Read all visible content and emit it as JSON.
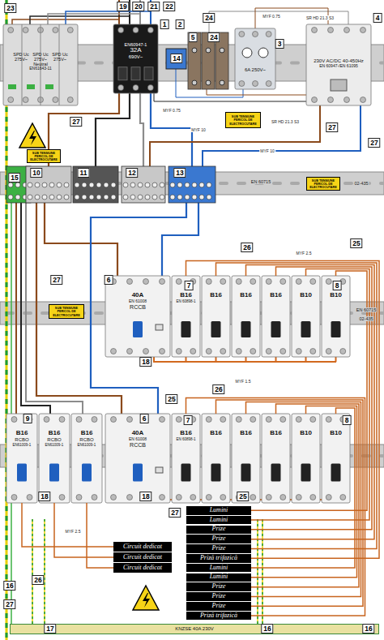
{
  "diagram": {
    "nodes": [
      {
        "text": [
          "SPD Uc 275V~",
          "SPD Uc 275V~",
          "SPD Uc 275V~",
          "Neutral",
          "EN61643-11"
        ]
      },
      {
        "text": [
          "EN60947-1",
          "32A",
          "690V~"
        ]
      },
      {
        "text": [
          "6A 250V~"
        ]
      },
      {
        "text": [
          "230V AC/DC 40-450Hz",
          "EN 60947-/EN 61095"
        ]
      },
      {
        "text": [
          "SUB TENSIUNE PERICOL DE ELECTROCUTARE"
        ]
      },
      {
        "text": [
          "SUB TENSIUNE PERICOL DE ELECTROCUTARE"
        ]
      },
      {
        "text": [
          "SUB TENSIUNE PERICOL DE ELECTROCUTARE"
        ]
      },
      {
        "text": [
          "SUB TENSIUNE PERICOL DE ELECTROCUTARE"
        ]
      },
      {
        "text": [
          "40A",
          "EN 61008",
          "RCCB"
        ]
      },
      {
        "text": [
          "B16",
          "EN 60898-1"
        ]
      },
      {
        "text": [
          "B16"
        ]
      },
      {
        "text": [
          "B16"
        ]
      },
      {
        "text": [
          "B16"
        ]
      },
      {
        "text": [
          "B10"
        ]
      },
      {
        "text": [
          "B10"
        ]
      },
      {
        "text": [
          "B16",
          "RCBO",
          "EN61009-1"
        ]
      },
      {
        "text": [
          "B16",
          "RCBO",
          "EN61009-1"
        ]
      },
      {
        "text": [
          "B16",
          "RCBO",
          "EN61009-1"
        ]
      },
      {
        "text": [
          "40A",
          "EN 61008",
          "RCCB"
        ]
      },
      {
        "text": [
          "B16",
          "EN 60898-1"
        ]
      },
      {
        "text": [
          "B16"
        ]
      },
      {
        "text": [
          "B16"
        ]
      },
      {
        "text": [
          "B16"
        ]
      },
      {
        "text": [
          "B10"
        ]
      },
      {
        "text": [
          "B10"
        ]
      },
      {
        "text": [
          "Circuit dedicat"
        ]
      },
      {
        "text": [
          "Circuit dedicat"
        ]
      },
      {
        "text": [
          "Circuit dedicat"
        ]
      },
      {
        "text": [
          "Lumini"
        ]
      },
      {
        "text": [
          "Lumini"
        ]
      },
      {
        "text": [
          "Prize"
        ]
      },
      {
        "text": [
          "Prize"
        ]
      },
      {
        "text": [
          "Prize"
        ]
      },
      {
        "text": [
          "Priză trifazică"
        ]
      },
      {
        "text": [
          "Lumini"
        ]
      },
      {
        "text": [
          "Lumini"
        ]
      },
      {
        "text": [
          "Prize"
        ]
      },
      {
        "text": [
          "Prize"
        ]
      },
      {
        "text": [
          "Prize"
        ]
      },
      {
        "text": [
          "Priză trifazică"
        ]
      },
      {
        "text": [
          "KNZSE 40A 230V"
        ]
      }
    ],
    "edges": [
      {
        "from": 9,
        "to": 33,
        "arrow": "none"
      },
      {
        "from": 10,
        "to": 32,
        "arrow": "none"
      },
      {
        "from": 11,
        "to": 31,
        "arrow": "none"
      },
      {
        "from": 12,
        "to": 30,
        "arrow": "none"
      },
      {
        "from": 13,
        "to": 29,
        "arrow": "none"
      },
      {
        "from": 14,
        "to": 28,
        "arrow": "none"
      },
      {
        "from": 19,
        "to": 39,
        "arrow": "none"
      },
      {
        "from": 20,
        "to": 38,
        "arrow": "none"
      },
      {
        "from": 21,
        "to": 37,
        "arrow": "none"
      },
      {
        "from": 22,
        "to": 36,
        "arrow": "none"
      },
      {
        "from": 23,
        "to": 35,
        "arrow": "none"
      },
      {
        "from": 24,
        "to": 34,
        "arrow": "none"
      },
      {
        "from": 15,
        "to": 25,
        "arrow": "none"
      },
      {
        "from": 16,
        "to": 26,
        "arrow": "none"
      },
      {
        "from": 17,
        "to": 27,
        "arrow": "none"
      }
    ],
    "labels": [
      "23",
      "19",
      "20",
      "21",
      "22",
      "1",
      "2",
      "24",
      "5",
      "24",
      "3",
      "4",
      "14",
      "MYF 0.75",
      "SR HD 21.3 S3",
      "MYF 0.75",
      "27",
      "MYF 10",
      "SR HD 21.3 S3",
      "27",
      "27",
      "MYF 10",
      "15",
      "10",
      "11",
      "12",
      "13",
      "EN 60715",
      "02-435",
      "MYF 2.5",
      "26",
      "25",
      "27",
      "6",
      "7",
      "8",
      "EN 60715",
      "02-435",
      "18",
      "MYF 1.5",
      "26",
      "25",
      "9",
      "6",
      "7",
      "8",
      "18",
      "18",
      "25",
      "27",
      "MYF 2.5",
      "16",
      "26",
      "27",
      "17",
      "16",
      "16"
    ]
  }
}
